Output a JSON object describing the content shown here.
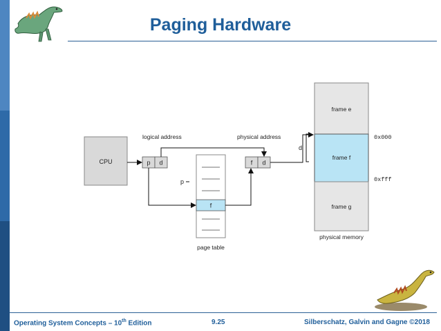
{
  "slide": {
    "title": "Paging Hardware",
    "footer": {
      "left_prefix": "Operating System Concepts – 10",
      "left_sup": "th",
      "left_suffix": " Edition",
      "page": "9.25",
      "right": "Silberschatz, Galvin and Gagne ©2018"
    }
  },
  "diagram": {
    "cpu": "CPU",
    "logical_address_label": "logical address",
    "physical_address_label": "physical address",
    "p": "p",
    "d": "d",
    "f": "f",
    "page_table_entry": "f",
    "page_table_label": "page table",
    "p_pointer": "p",
    "d_offset": "d",
    "frames": [
      "frame e",
      "frame f",
      "frame g"
    ],
    "addr_start": "0x000",
    "addr_end": "0xfff",
    "physical_memory_label": "physical memory"
  },
  "colors": {
    "title": "#1f5e9a",
    "highlight": "#b9e4f5",
    "box_fill": "#d9d9d9",
    "frame_fill": "#e6e6e6"
  }
}
